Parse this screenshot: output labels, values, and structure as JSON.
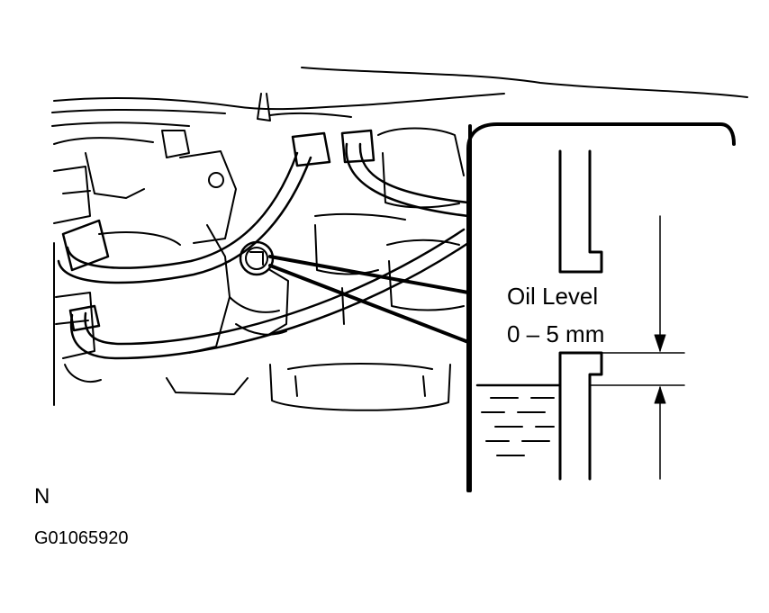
{
  "labels": {
    "oil_level": "Oil Level",
    "range": "0 – 5 mm",
    "view_letter": "N",
    "figure_code": "G01065920"
  },
  "colors": {
    "line": "#000000",
    "background": "#ffffff"
  }
}
